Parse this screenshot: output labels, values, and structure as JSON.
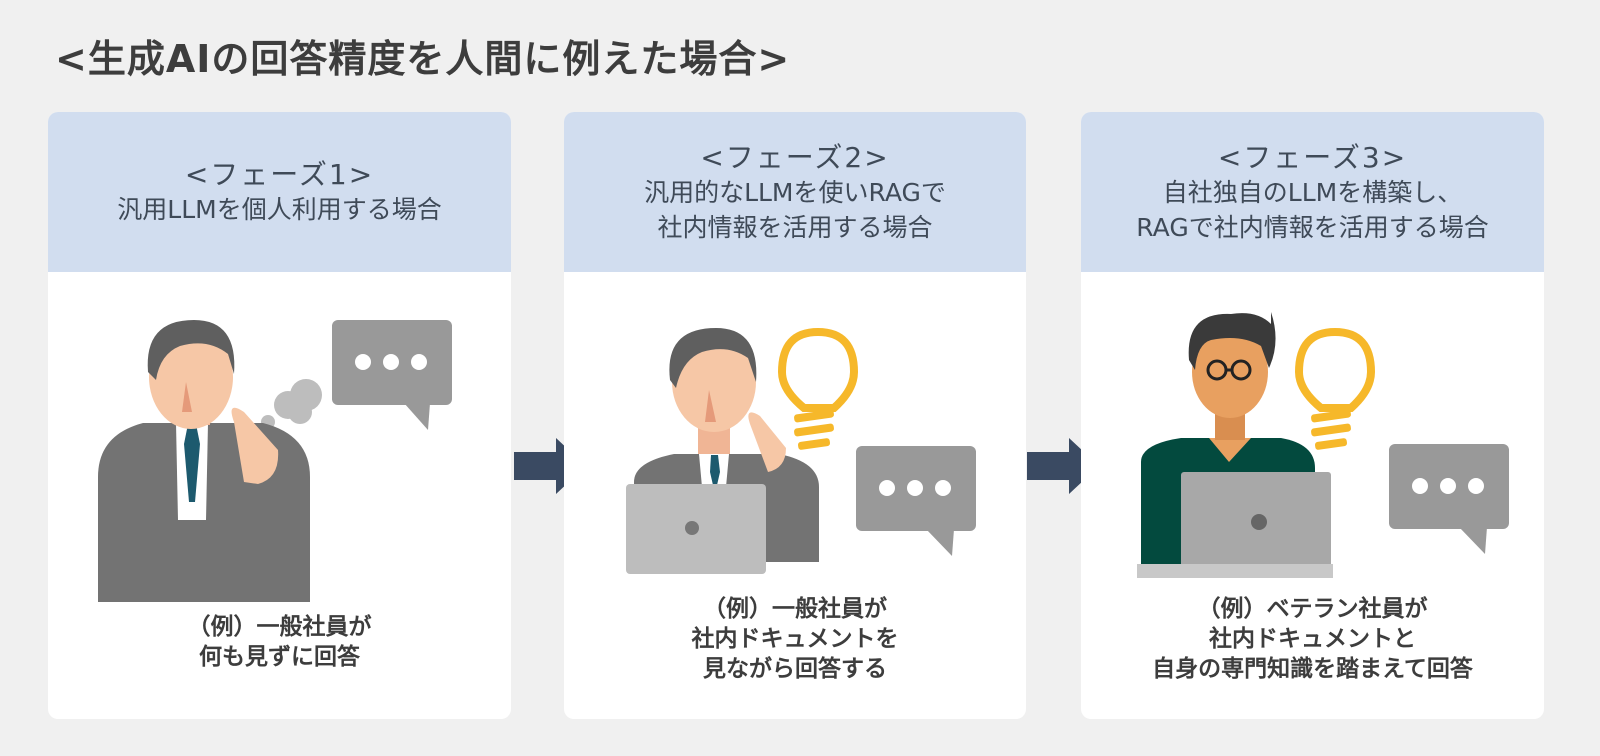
{
  "title": "<生成AIの回答精度を人間に例えた場合>",
  "colors": {
    "header_bg": "#d1ddef",
    "arrow": "#3a4a62",
    "bulb": "#f6b82a",
    "bubble": "#999999",
    "suit": "#737373",
    "skin": "#f6c7a6",
    "tie": "#1d5a6e",
    "veteran_shirt": "#034a3e",
    "veteran_skin": "#e8a060"
  },
  "phases": [
    {
      "phase": "<フェーズ1>",
      "desc": [
        "汎用LLMを個人利用する場合"
      ],
      "caption": [
        "（例）一般社員が",
        "何も見ずに回答"
      ]
    },
    {
      "phase": "<フェーズ2>",
      "desc": [
        "汎用的なLLMを使いRAGで",
        "社内情報を活用する場合"
      ],
      "caption": [
        "（例）一般社員が",
        "社内ドキュメントを",
        "見ながら回答する"
      ]
    },
    {
      "phase": "<フェーズ3>",
      "desc": [
        "自社独自のLLMを構築し、",
        "RAGで社内情報を活用する場合"
      ],
      "caption": [
        "（例）ベテラン社員が",
        "社内ドキュメントと",
        "自身の専門知識を踏まえて回答"
      ]
    }
  ]
}
